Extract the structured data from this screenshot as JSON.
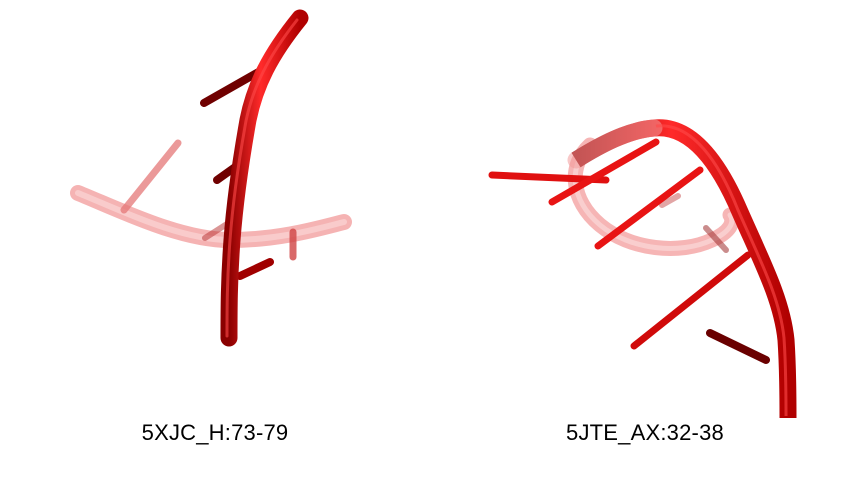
{
  "panels": [
    {
      "label": "5XJC_H:73-79",
      "structure": "rna-backbone-cartoon"
    },
    {
      "label": "5JTE_AX:32-38",
      "structure": "rna-backbone-cartoon"
    }
  ],
  "colors": {
    "backbone": "#e00000",
    "backbone_faded": "#f07a7a",
    "base_dark": "#7a0000",
    "base_bright": "#d80000",
    "base_faded": "#f09a9a",
    "background": "#ffffff"
  }
}
